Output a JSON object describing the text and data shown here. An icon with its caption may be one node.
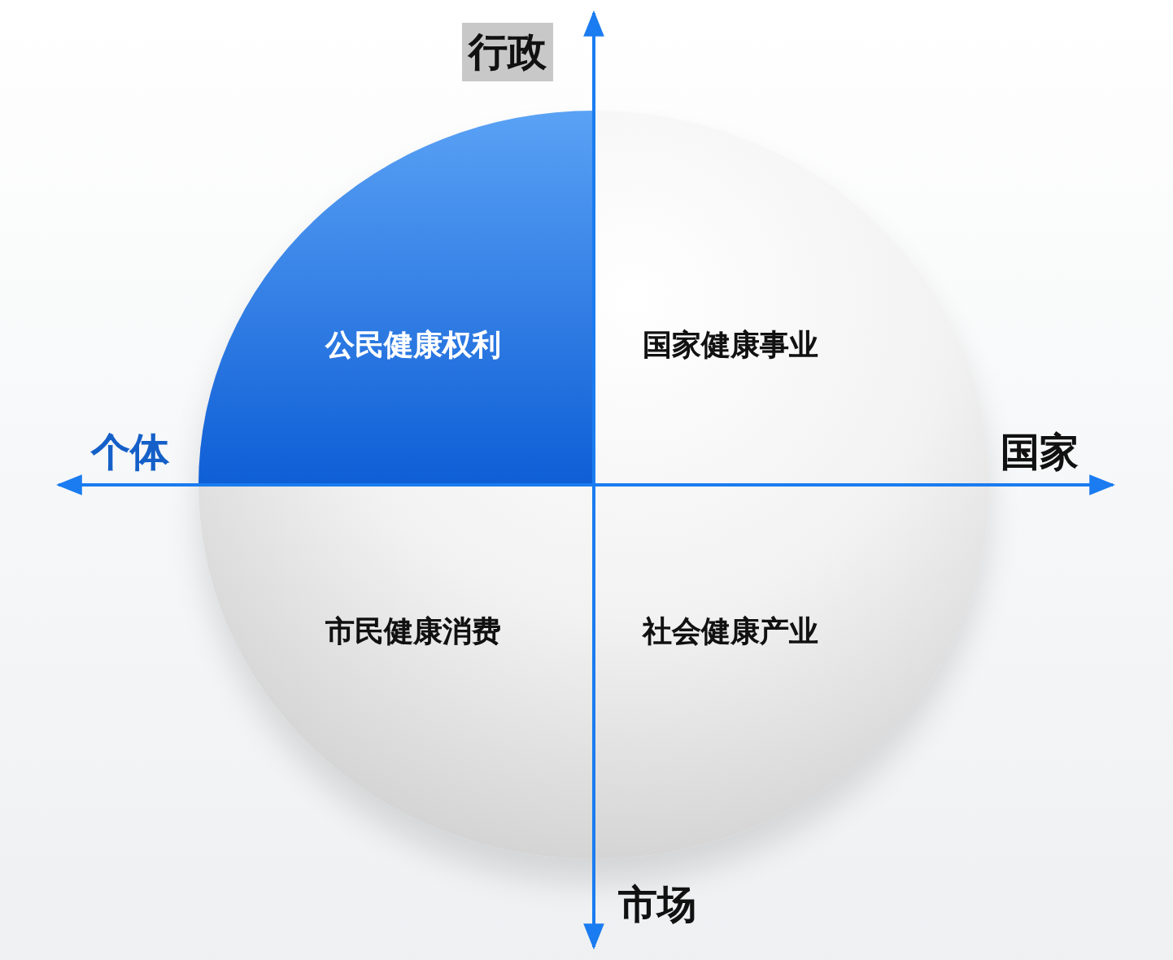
{
  "diagram": {
    "nodes": [
      {
        "text": [],
        "shape": "circle"
      },
      {
        "text": [
          "公民健康权利"
        ],
        "in": 0
      },
      {
        "text": [
          "国家健康事业"
        ],
        "in": 0
      },
      {
        "text": [
          "市民健康消费"
        ],
        "in": 0
      },
      {
        "text": [
          "社会健康产业"
        ],
        "in": 0
      }
    ],
    "labels": [
      "行政",
      "个体",
      "国家",
      "市场"
    ]
  }
}
